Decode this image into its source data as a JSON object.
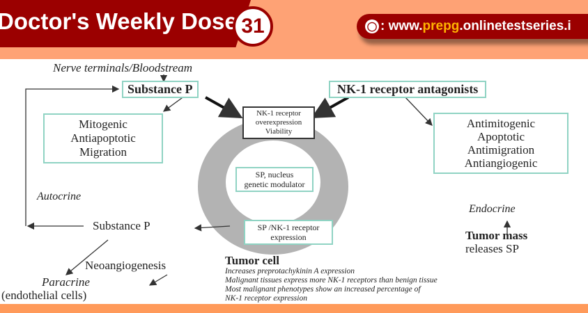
{
  "header": {
    "title": "Doctor's Weekly Dose",
    "issue": "31",
    "url_prefix": ": www.",
    "url_highlight": "prepg",
    "url_suffix": ".onlinetestseries.i"
  },
  "diagram": {
    "nerve": "Nerve terminals/Bloodstream",
    "substance_p_top": "Substance P",
    "antagonists": "NK-1 receptor antagonists",
    "mitogenic": [
      "Mitogenic",
      "Antiapoptotic",
      "Migration"
    ],
    "overexpression": [
      "NK-1 receptor",
      "overexpression",
      "Viability"
    ],
    "anti": [
      "Antimitogenic",
      "Apoptotic",
      "Antimigration",
      "Antiangiogenic"
    ],
    "nucleus": [
      "SP, nucleus",
      "genetic modulator"
    ],
    "autocrine": "Autocrine",
    "endocrine": "Endocrine",
    "substance_p_mid": "Substance P",
    "receptor_expr": [
      "SP /NK-1 receptor",
      "expression"
    ],
    "tumor_mass": "Tumor mass",
    "releases": "releases SP",
    "neo": "Neoangiogenesis",
    "paracrine": "Paracrine",
    "endothelial": "(endothelial cells)",
    "tumor_cell": "Tumor cell",
    "notes": [
      "Increases preprotachykinin A expression",
      "Malignant tissues express more NK-1 receptors than  benign tissue",
      "Most malignant phenotypes show an increased percentage of",
      "NK-1 receptor expression"
    ]
  }
}
